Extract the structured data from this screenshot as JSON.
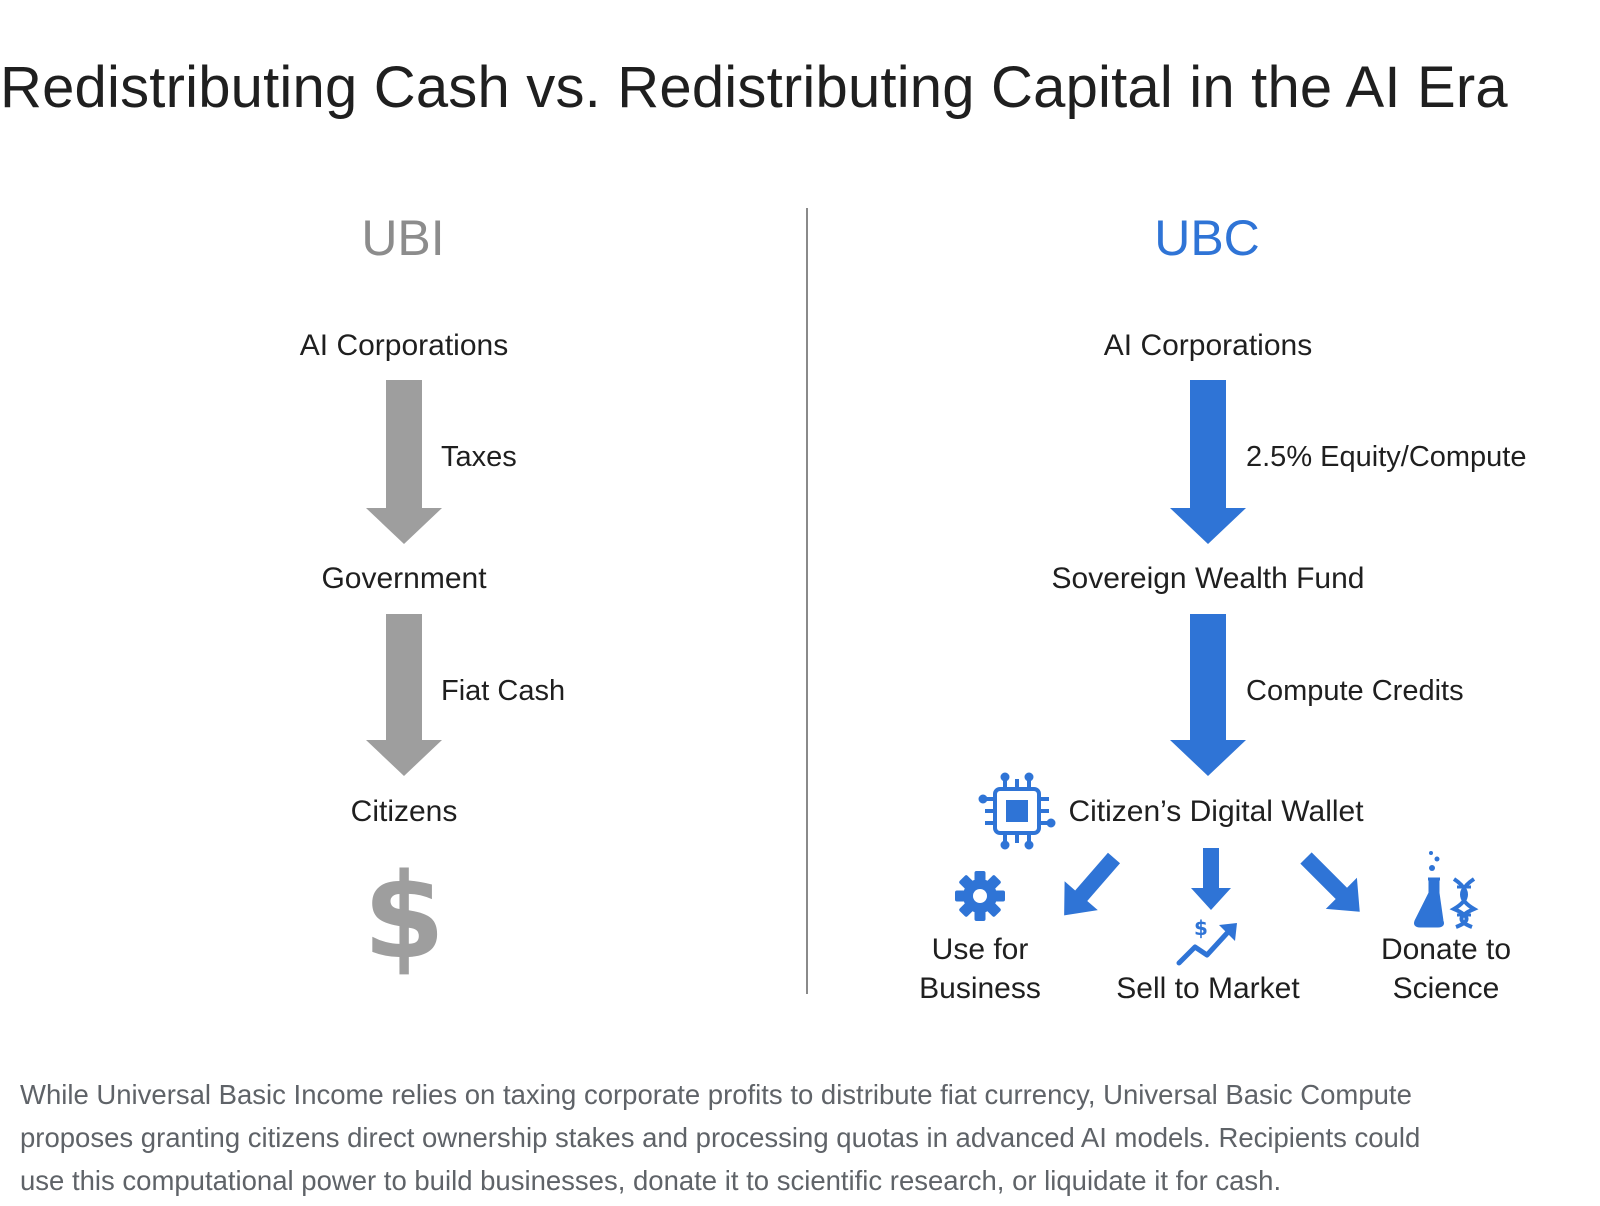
{
  "title": "Redistributing Cash vs. Redistributing Capital in the AI Era",
  "colors": {
    "ubi_gray": "#9e9e9e",
    "ubc_blue": "#2f74d6",
    "text": "#1f1f1f",
    "caption": "#5f6368",
    "divider": "#8a8a8a"
  },
  "ubi": {
    "heading": "UBI",
    "nodes": [
      "AI Corporations",
      "Government",
      "Citizens"
    ],
    "edges": [
      "Taxes",
      "Fiat Cash"
    ],
    "symbol": "$"
  },
  "ubc": {
    "heading": "UBC",
    "nodes": [
      "AI Corporations",
      "Sovereign Wealth Fund"
    ],
    "edges": [
      "2.5% Equity/Compute",
      "Compute Credits"
    ],
    "wallet": "Citizen’s Digital Wallet",
    "wallet_icon": "chip-icon",
    "outcomes": [
      {
        "line1": "Use for",
        "line2": "Business",
        "icon": "gear-icon"
      },
      {
        "line1": "",
        "line2": "Sell to Market",
        "icon": "trending-up-dollar-icon"
      },
      {
        "line1": "Donate to",
        "line2": "Science",
        "icon": "flask-dna-icon"
      }
    ]
  },
  "caption": [
    "While Universal Basic Income relies on taxing corporate profits to distribute fiat currency, Universal Basic Compute",
    "proposes granting citizens direct ownership stakes and processing quotas in advanced AI models. Recipients could",
    "use this computational power to build businesses, donate it to scientific research, or liquidate it for cash."
  ]
}
